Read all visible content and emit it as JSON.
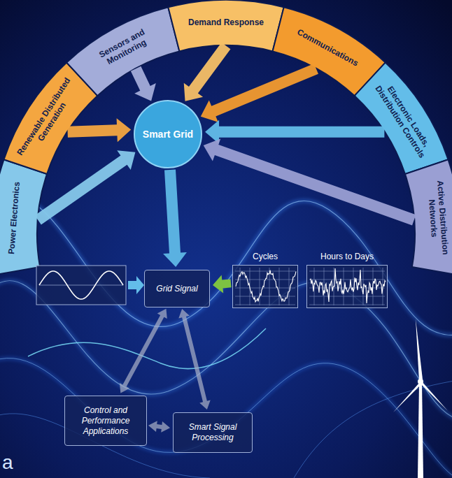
{
  "diagram": {
    "nodes": [
      {
        "text": [
          "Power Electronics"
        ]
      },
      {
        "text": [
          "Renewable Distributed Generation"
        ]
      },
      {
        "text": [
          "Sensors and Monitoring"
        ]
      },
      {
        "text": [
          "Demand Response"
        ]
      },
      {
        "text": [
          "Communications"
        ]
      },
      {
        "text": [
          "Electronic Loads, Distribution Controls"
        ]
      },
      {
        "text": [
          "Active Distribution Networks"
        ]
      },
      {
        "text": [
          "Smart Grid"
        ]
      },
      {
        "text": [
          "Grid Signal"
        ]
      },
      {
        "text": [
          "Cycles"
        ]
      },
      {
        "text": [
          "Hours to Days"
        ]
      },
      {
        "text": [
          "Control and Performance Applications"
        ]
      },
      {
        "text": [
          "Smart Signal Processing"
        ]
      }
    ],
    "edges": [
      {
        "from": 0,
        "to": 7,
        "arrow": "to"
      },
      {
        "from": 1,
        "to": 7,
        "arrow": "to"
      },
      {
        "from": 2,
        "to": 7,
        "arrow": "to"
      },
      {
        "from": 3,
        "to": 7,
        "arrow": "to"
      },
      {
        "from": 4,
        "to": 7,
        "arrow": "to"
      },
      {
        "from": 5,
        "to": 7,
        "arrow": "to"
      },
      {
        "from": 6,
        "to": 7,
        "arrow": "to"
      },
      {
        "from": 7,
        "to": 8,
        "arrow": "to"
      },
      {
        "from": 9,
        "to": 8,
        "arrow": "to"
      },
      {
        "from": 8,
        "to": 11,
        "arrow": "both"
      },
      {
        "from": 8,
        "to": 12,
        "arrow": "both"
      },
      {
        "from": 11,
        "to": 12,
        "arrow": "both"
      }
    ],
    "labels": [
      "a"
    ]
  }
}
